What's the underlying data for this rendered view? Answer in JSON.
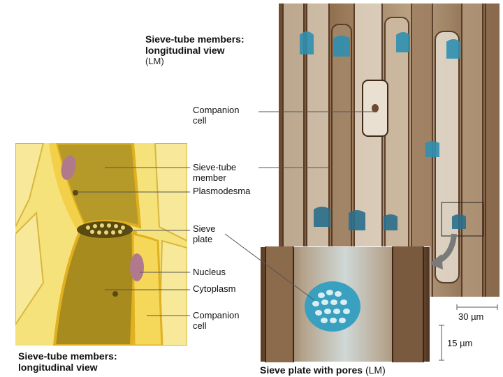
{
  "micrograph_title": {
    "line1": "Sieve-tube members:",
    "line2": "longitudinal view",
    "method": "(LM)"
  },
  "drawing_title": {
    "line1": "Sieve-tube members:",
    "line2": "longitudinal view"
  },
  "inset_caption": {
    "bold": "Sieve plate with pores",
    "method": "(LM)"
  },
  "labels": {
    "companion_cell_top": [
      "Companion",
      "cell"
    ],
    "sieve_tube_member": [
      "Sieve-tube",
      "member"
    ],
    "plasmodesma": "Plasmodesma",
    "sieve_plate": [
      "Sieve",
      "plate"
    ],
    "nucleus": "Nucleus",
    "cytoplasm": "Cytoplasm",
    "companion_cell_bottom": [
      "Companion",
      "cell"
    ]
  },
  "scale_bars": {
    "micrograph": "30 µm",
    "inset": "15 µm"
  },
  "colors": {
    "drawing_yellow": "#f6e27a",
    "sieve_tube_olive": "#b59a2a",
    "micrograph_brown": "#8a6a4a",
    "stain_blue": "#2f8fb0",
    "nucleus_purple": "#b07a8c"
  }
}
